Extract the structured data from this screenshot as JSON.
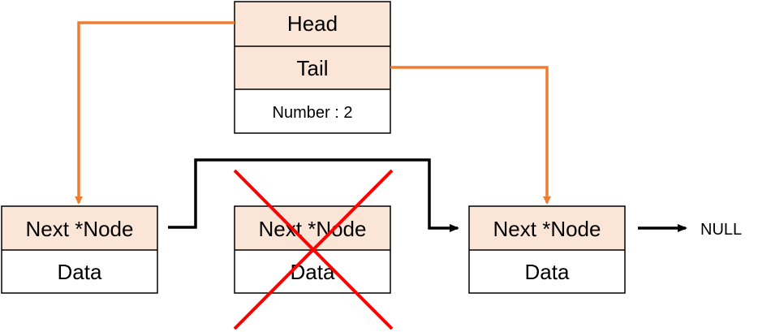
{
  "list_header": {
    "head_label": "Head",
    "tail_label": "Tail",
    "count_label": "Number : 2"
  },
  "nodes": [
    {
      "next_label": "Next *Node",
      "data_label": "Data",
      "deleted": false
    },
    {
      "next_label": "Next *Node",
      "data_label": "Data",
      "deleted": true
    },
    {
      "next_label": "Next *Node",
      "data_label": "Data",
      "deleted": false
    }
  ],
  "terminator_label": "NULL",
  "colors": {
    "pointer_arrow": "#ed7d31",
    "link_arrow": "#000000",
    "delete_mark": "#ff0000",
    "cell_fill": "#fbe5d6"
  }
}
